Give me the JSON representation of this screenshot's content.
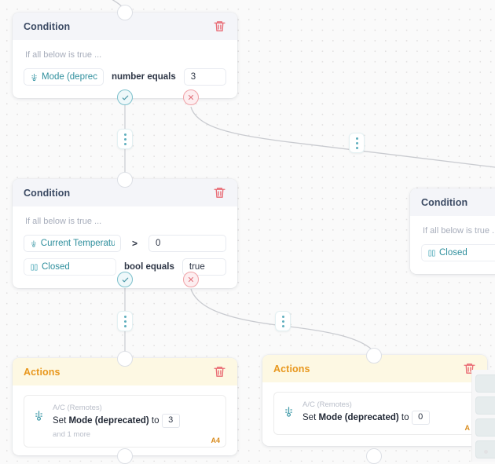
{
  "canvas": {
    "grid": "dot-grid",
    "background": "#fafafa",
    "dot_color": "#e0dede"
  },
  "colors": {
    "condition_header_bg": "#f4f5f9",
    "condition_title": "#3b4a63",
    "actions_header_bg": "#fdf8e3",
    "actions_title": "#e8971d",
    "chip_text": "#2f8f9d",
    "true_port": "#7cc0cc",
    "false_port": "#f0a1a6",
    "trash": "#e8646e",
    "action_code": "#d98d20"
  },
  "nodes": {
    "condition_1": {
      "title": "Condition",
      "if_label": "If all below is true ...",
      "trash_icon": "trash-icon",
      "rows": [
        {
          "field_icon": "thermometer-icon",
          "field": "Mode (deprec",
          "operator": "number equals",
          "value": "3"
        }
      ],
      "true_port": "check-icon",
      "false_port": "x-icon"
    },
    "condition_2": {
      "title": "Condition",
      "if_label": "If all below is true ...",
      "trash_icon": "trash-icon",
      "rows": [
        {
          "field_icon": "thermometer-icon",
          "field": "Current Temperature",
          "operator": ">",
          "value": "0"
        },
        {
          "field_icon": "contact-sensor-icon",
          "field": "Closed",
          "operator": "bool equals",
          "value": "true"
        }
      ],
      "true_port": "check-icon",
      "false_port": "x-icon"
    },
    "condition_3": {
      "title": "Condition",
      "if_label": "If all below is true ...",
      "rows": [
        {
          "field_icon": "contact-sensor-icon",
          "field": "Closed"
        }
      ]
    },
    "actions_1": {
      "title": "Actions",
      "trash_icon": "trash-icon",
      "item": {
        "device_icon": "thermometer-icon",
        "device": "A/C (Remotes)",
        "prefix": "Set",
        "capability": "Mode (deprecated)",
        "connector": "to",
        "value": "3",
        "more": "and 1 more"
      },
      "code": "A4"
    },
    "actions_2": {
      "title": "Actions",
      "trash_icon": "trash-icon",
      "item": {
        "device_icon": "thermometer-icon",
        "device": "A/C (Remotes)",
        "prefix": "Set",
        "capability": "Mode (deprecated)",
        "connector": "to",
        "value": "0"
      },
      "code": "A"
    }
  },
  "edge_buttons": {
    "menu_icon": "vertical-dots-icon",
    "count": 4
  },
  "rail": {
    "items": [
      "rail-item-1",
      "rail-item-2",
      "rail-item-3",
      "rail-item-4"
    ],
    "handle": "resize-dot"
  }
}
